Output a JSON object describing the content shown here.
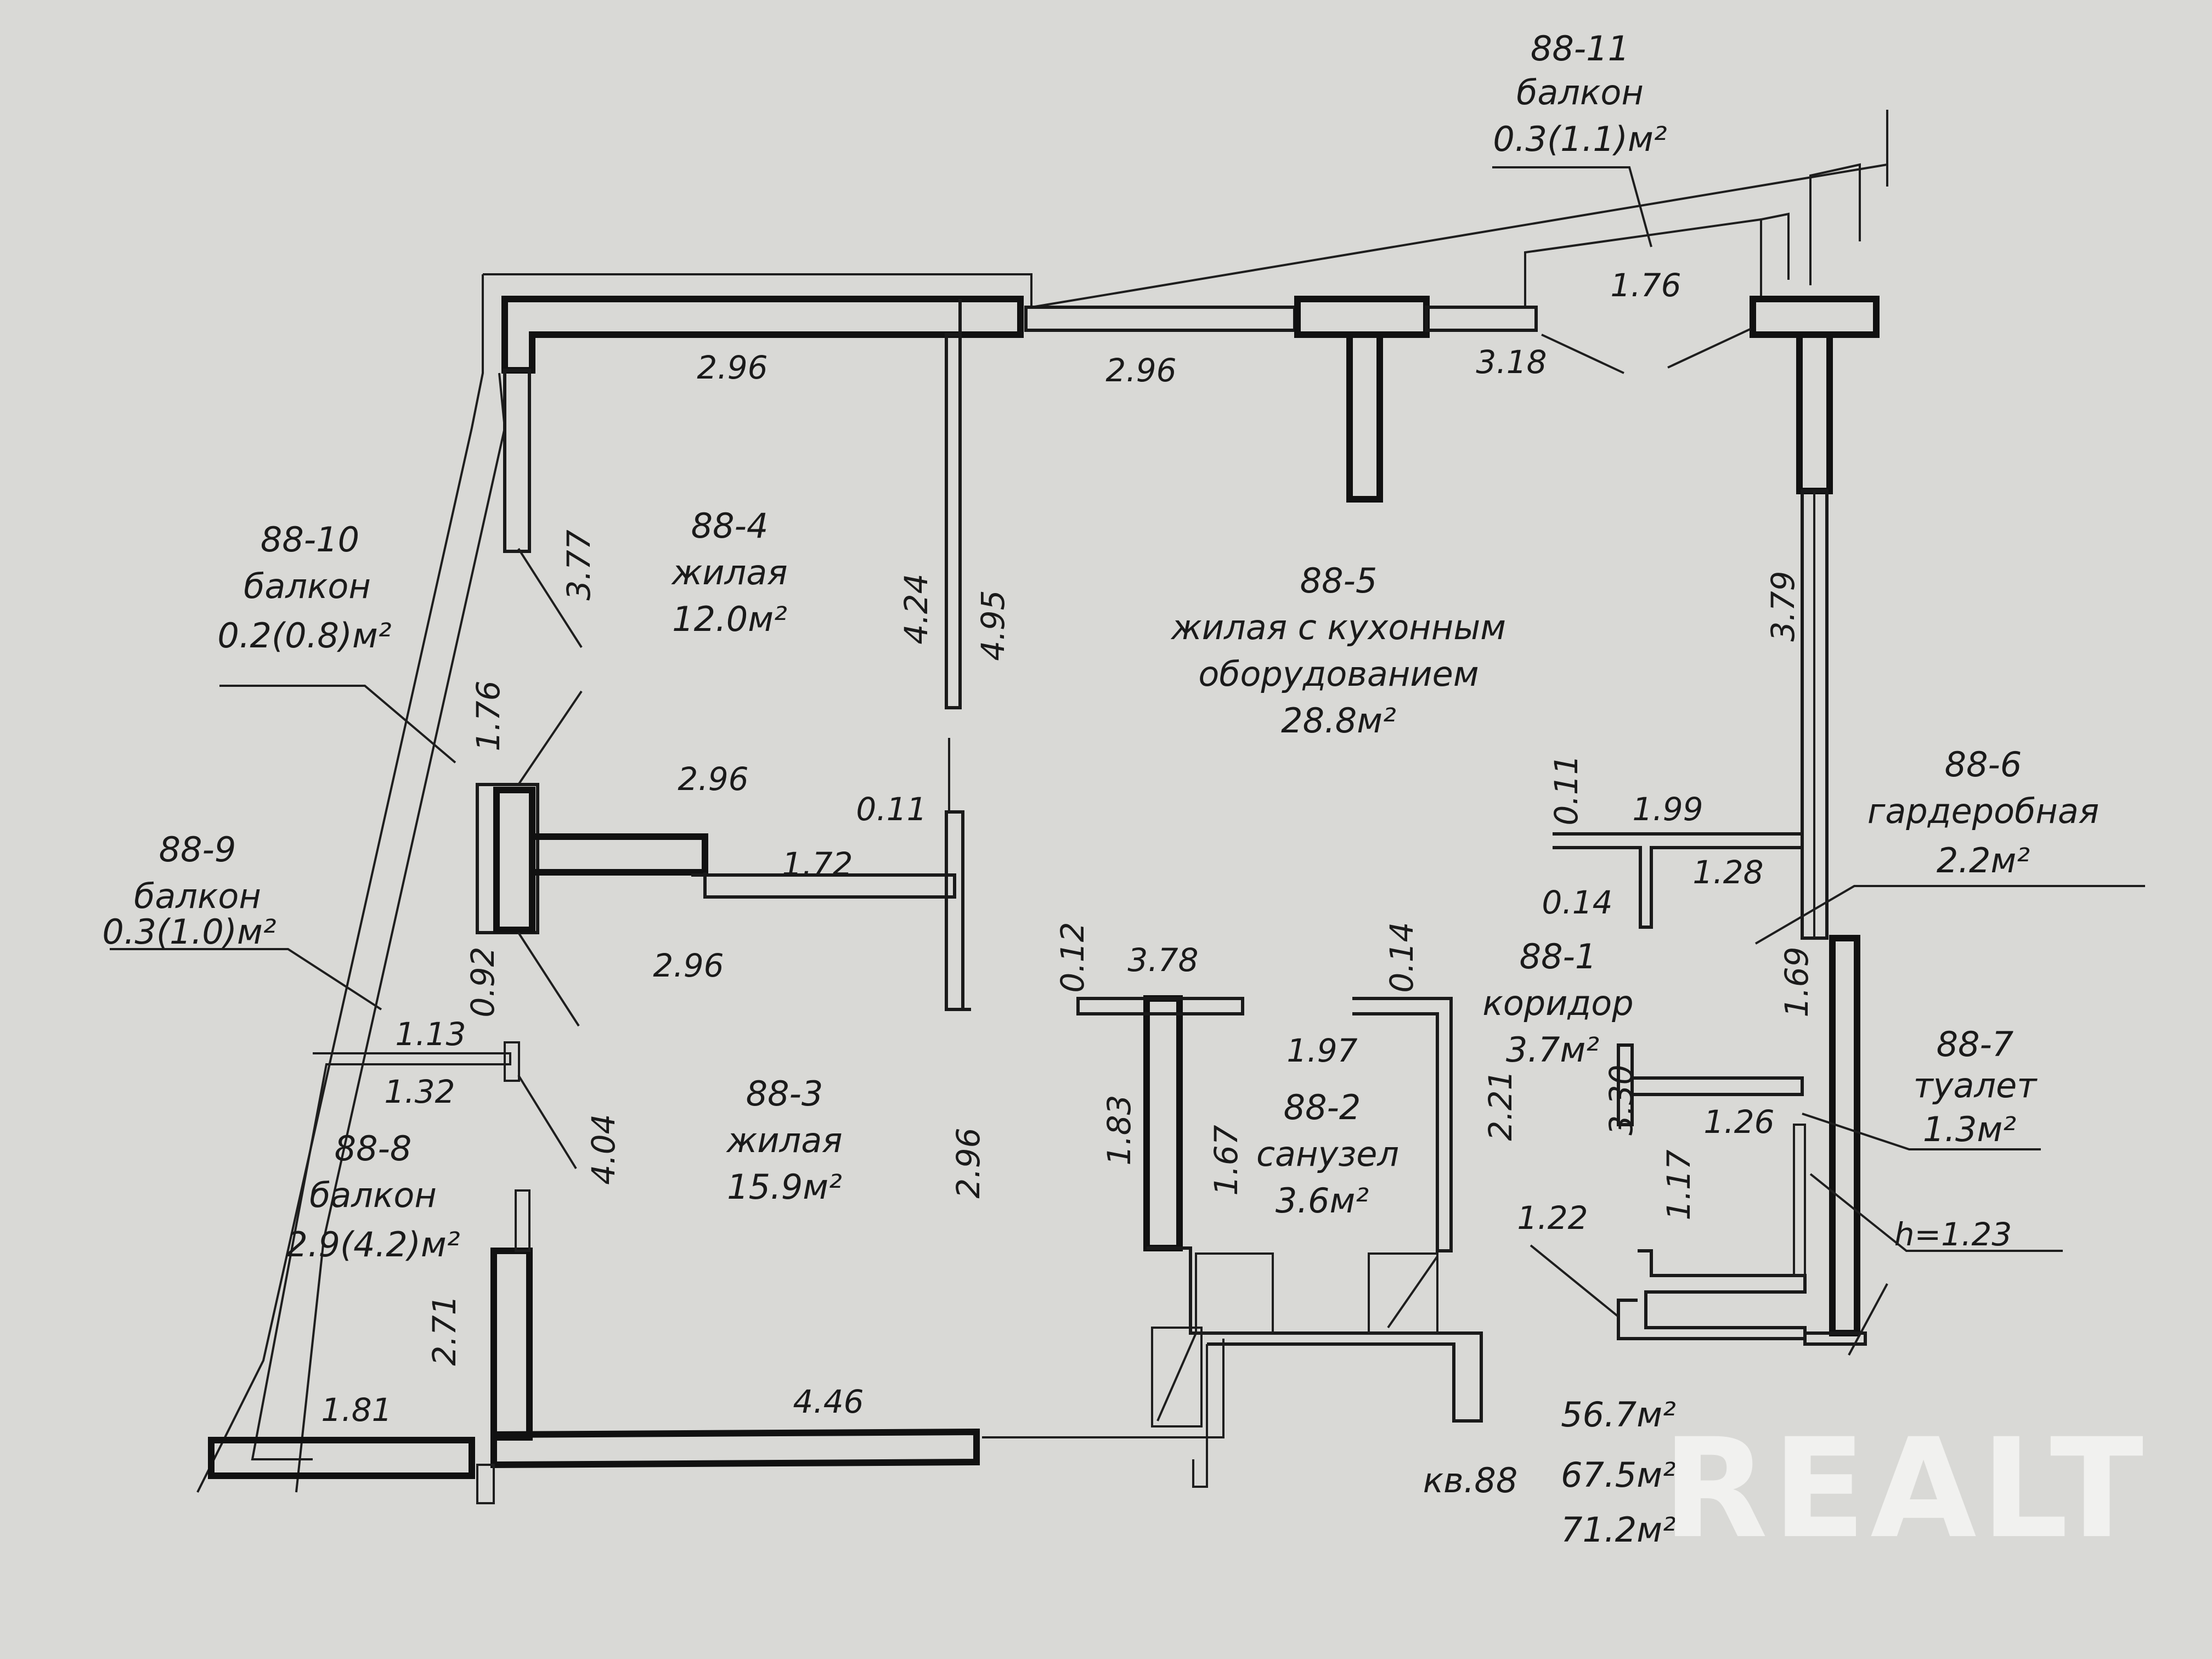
{
  "apartment": {
    "label": "кв.88",
    "areas": [
      "56.7м²",
      "67.5м²",
      "71.2м²"
    ]
  },
  "rooms": [
    {
      "id": "88-1",
      "type": "коридор",
      "area": "3.7м²"
    },
    {
      "id": "88-2",
      "type": "санузел",
      "area": "3.6м²"
    },
    {
      "id": "88-3",
      "type": "жилая",
      "area": "15.9м²"
    },
    {
      "id": "88-4",
      "type": "жилая",
      "area": "12.0м²"
    },
    {
      "id": "88-5",
      "type_line1": "жилая с кухонным",
      "type_line2": "оборудованием",
      "area": "28.8м²"
    },
    {
      "id": "88-6",
      "type": "гардеробная",
      "area": "2.2м²"
    },
    {
      "id": "88-7",
      "type": "туалет",
      "area": "1.3м²"
    },
    {
      "id": "88-8",
      "type": "балкон",
      "area": "2.9(4.2)м²"
    },
    {
      "id": "88-9",
      "type": "балкон",
      "area": "0.3(1.0)м²"
    },
    {
      "id": "88-10",
      "type": "балкон",
      "area": "0.2(0.8)м²"
    },
    {
      "id": "88-11",
      "type": "балкон",
      "area": "0.3(1.1)м²"
    }
  ],
  "dimensions": {
    "top_left_296": "2.96",
    "top_mid_296": "2.96",
    "top_318": "3.18",
    "bal11_176": "1.76",
    "r4_377": "3.77",
    "r4_424": "4.24",
    "r4_495": "4.95",
    "bal10_176": "1.76",
    "mid_296": "2.96",
    "mid_011": "0.11",
    "mid_172": "1.72",
    "r3_296_top": "2.96",
    "bal9_092": "0.92",
    "bal9_113": "1.13",
    "bal8_132": "1.32",
    "r3_404": "4.04",
    "r3_296_side": "2.96",
    "bal8_271": "2.71",
    "bal8_181": "1.81",
    "bottom_446": "4.46",
    "bath_012": "0.12",
    "bath_378": "3.78",
    "bath_014": "0.14",
    "bath_197": "1.97",
    "bath_183": "1.83",
    "bath_167": "1.67",
    "bath_221": "2.21",
    "r5_379": "3.79",
    "ward_011": "0.11",
    "ward_199": "1.99",
    "ward_128": "1.28",
    "ward_014": "0.14",
    "corr_169": "1.69",
    "corr_330": "3.30",
    "wc_126": "1.26",
    "corr_117": "1.17",
    "corr_122": "1.22",
    "wc_h": "h=1.23"
  },
  "watermark": "REALT"
}
